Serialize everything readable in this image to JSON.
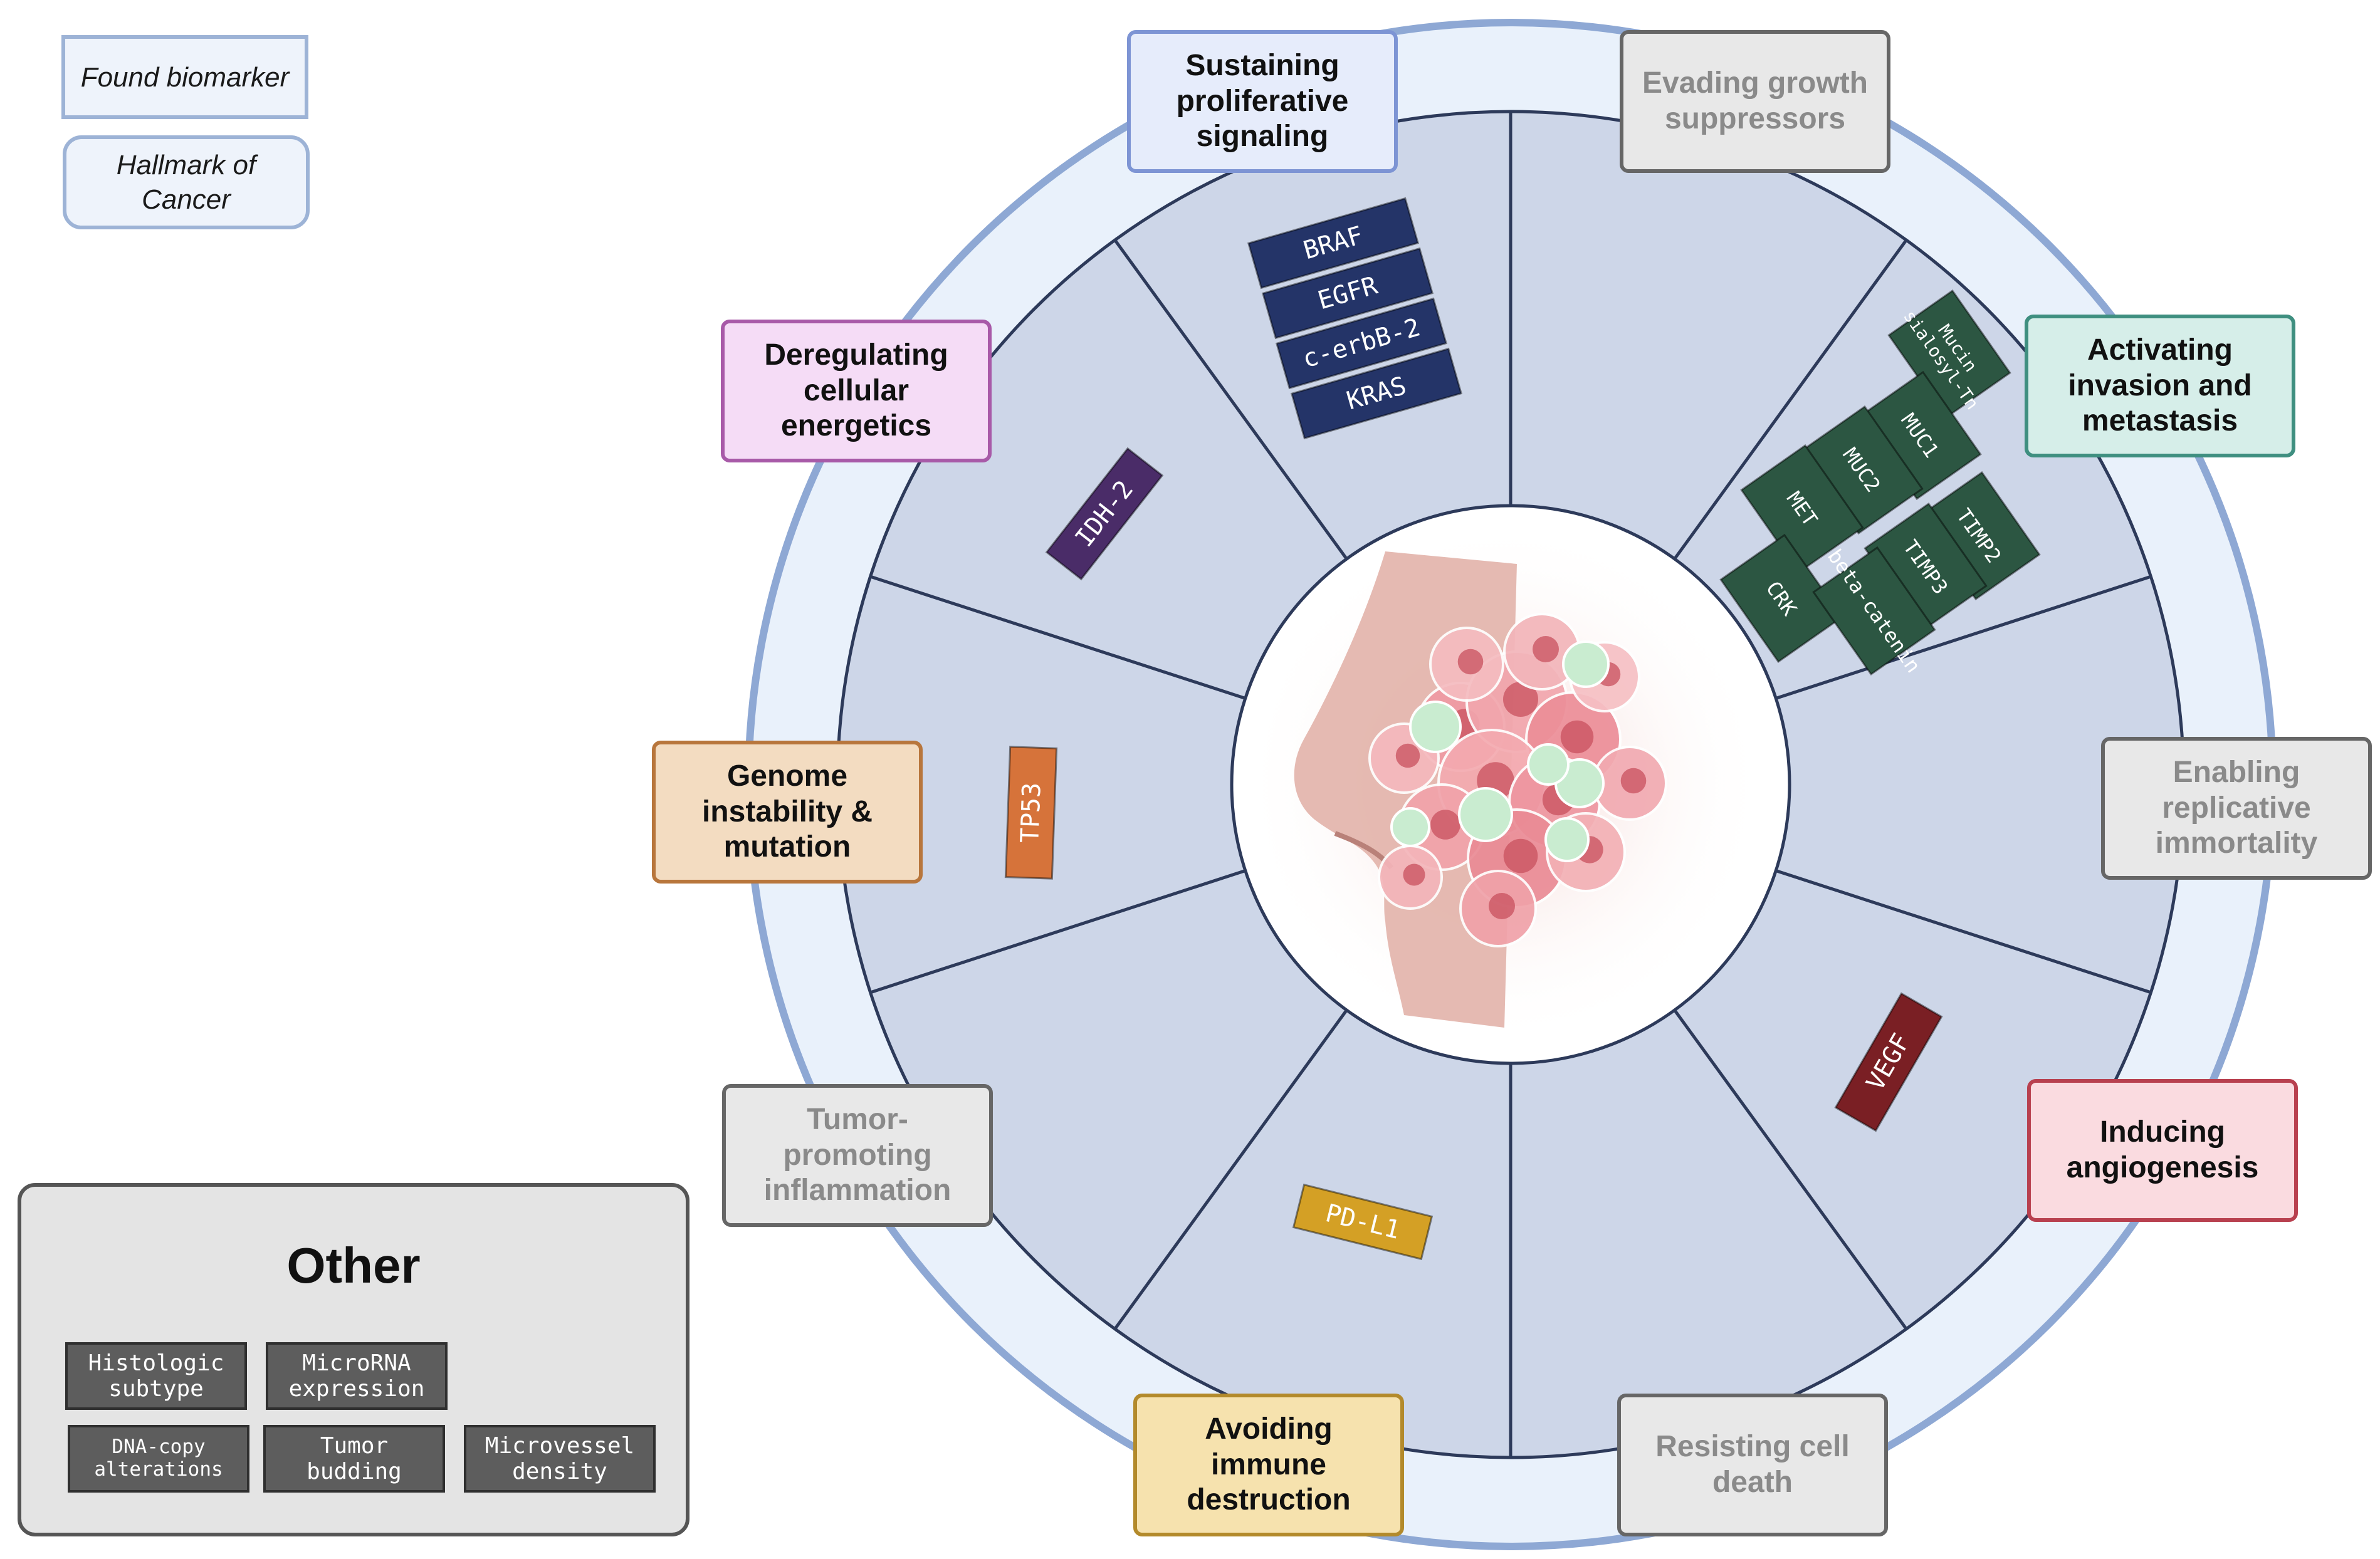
{
  "legend": {
    "found_biomarker": "Found biomarker",
    "hallmark": "Hallmark of\nCancer"
  },
  "hallmarks": [
    {
      "key": "sustaining",
      "label": "Sustaining\nproliferative\nsignaling",
      "active": true,
      "bg": "#e6ecfb",
      "border": "#7d94d4"
    },
    {
      "key": "evading",
      "label": "Evading growth\nsuppressors",
      "active": false,
      "bg": "#e8e8e8",
      "border": "#666666"
    },
    {
      "key": "invasion",
      "label": "Activating\ninvasion and\nmetastasis",
      "active": true,
      "bg": "#d6eee9",
      "border": "#3f8f80"
    },
    {
      "key": "immortality",
      "label": "Enabling\nreplicative\nimmortality",
      "active": false,
      "bg": "#e8e8e8",
      "border": "#666666"
    },
    {
      "key": "angiogenesis",
      "label": "Inducing\nangiogenesis",
      "active": true,
      "bg": "#fadbe0",
      "border": "#b8404f"
    },
    {
      "key": "cell_death",
      "label": "Resisting cell\ndeath",
      "active": false,
      "bg": "#e8e8e8",
      "border": "#666666"
    },
    {
      "key": "immune",
      "label": "Avoiding\nimmune\ndestruction",
      "active": true,
      "bg": "#f6e2ae",
      "border": "#b38a2b"
    },
    {
      "key": "inflammation",
      "label": "Tumor-\npromoting\ninflammation",
      "active": false,
      "bg": "#e8e8e8",
      "border": "#666666"
    },
    {
      "key": "genome",
      "label": "Genome\ninstability &\nmutation",
      "active": true,
      "bg": "#f3dcc1",
      "border": "#b8763c"
    },
    {
      "key": "energetics",
      "label": "Deregulating\ncellular\nenergetics",
      "active": true,
      "bg": "#f5dcf6",
      "border": "#a85aa8"
    }
  ],
  "biomarkers": {
    "signaling": [
      "BRAF",
      "EGFR",
      "c-erbB-2",
      "KRAS"
    ],
    "invasion": [
      "Mucin\nsialosyl-Tn",
      "MUC1",
      "MUC2",
      "MET",
      "TIMP2",
      "TIMP3",
      "CRK",
      "beta-catenin"
    ],
    "angiogenesis": [
      "VEGF"
    ],
    "immune": [
      "PD-L1"
    ],
    "genome": [
      "TP53"
    ],
    "energetics": [
      "IDH-2"
    ]
  },
  "colors": {
    "signaling": "#243468",
    "invasion": "#2c5642",
    "angiogenesis": "#7a1f24",
    "immune": "#d4a025",
    "genome": "#d6733a",
    "energetics": "#4a2c68",
    "outer_ring": "#e9f1fb",
    "outer_ring_stroke": "#8ea8d4",
    "sector_fill": "#cdd6e8",
    "sector_line": "#2d3a5a",
    "inactive_text": "#8a8a8a"
  },
  "other": {
    "title": "Other",
    "tags": [
      "Histologic\nsubtype",
      "MicroRNA\nexpression",
      "DNA-copy\nalterations",
      "Tumor\nbudding",
      "Microvessel\ndensity"
    ]
  }
}
